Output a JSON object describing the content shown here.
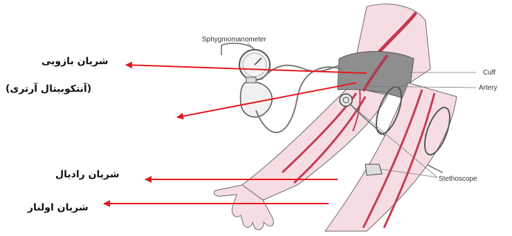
{
  "labels_fa": {
    "brachial": "شریان بازویی",
    "antecubital": "(آنتکوبیتال آرتری)",
    "radial": "شریان رادیال",
    "ulnar": "شریان اولنار"
  },
  "labels_en": {
    "sphygmomanometer": "Sphygmomanometer",
    "cuff": "Cuff",
    "artery": "Artery",
    "stethoscope": "Stethoscope"
  },
  "colors": {
    "arrow": "#e8141c",
    "artery": "#c33a52",
    "skin": "#f6dde3",
    "outline": "#555555",
    "cuff": "#8e8e8e"
  }
}
